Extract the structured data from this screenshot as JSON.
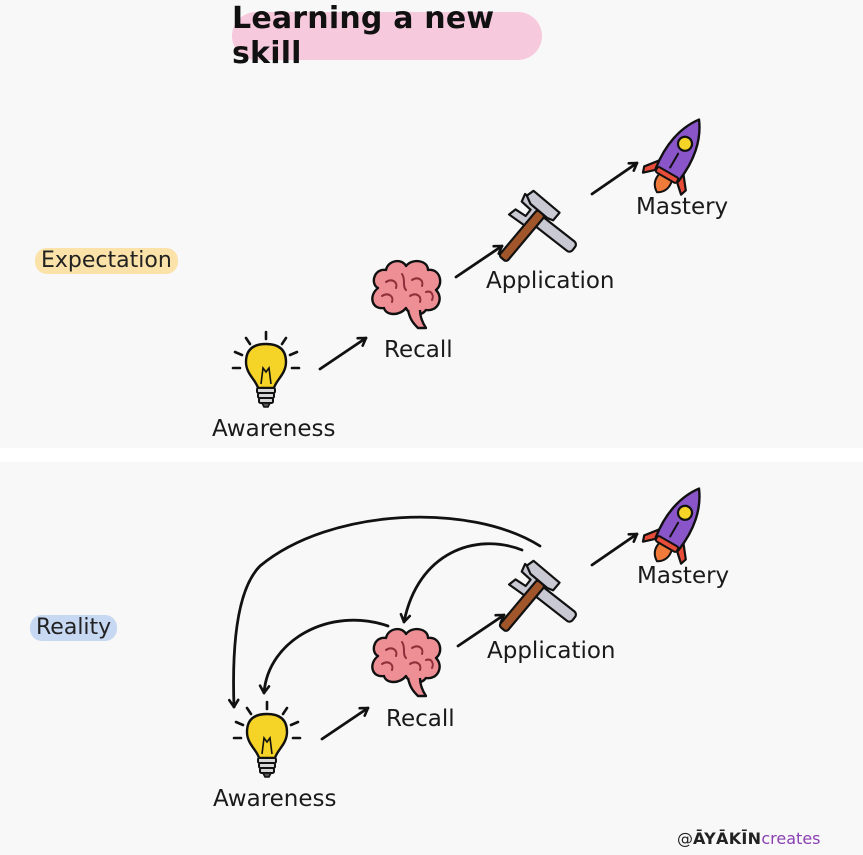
{
  "title": "Learning a new skill",
  "expectation_label": "Expectation",
  "reality_label": "Reality",
  "stages": {
    "awareness": "Awareness",
    "recall": "Recall",
    "application": "Application",
    "mastery": "Mastery"
  },
  "credit": {
    "prefix": "@",
    "brand": "ĀYĀKĪN",
    "suffix": "creates"
  },
  "colors": {
    "title_highlight": "#f7c9dc",
    "expectation_highlight": "#fbe2a8",
    "reality_highlight": "#c7d8f3",
    "bulb": "#f5d327",
    "brain": "#ee8f95",
    "hammer_handle": "#a1552a",
    "tool_metal": "#c9c9d3",
    "rocket_body": "#8a55c8",
    "rocket_window": "#f5d327",
    "rocket_flame": "#f07a3a",
    "credit_accent": "#8a3fb3"
  },
  "icons": [
    "lightbulb-icon",
    "brain-icon",
    "hammer-wrench-icon",
    "rocket-icon"
  ]
}
